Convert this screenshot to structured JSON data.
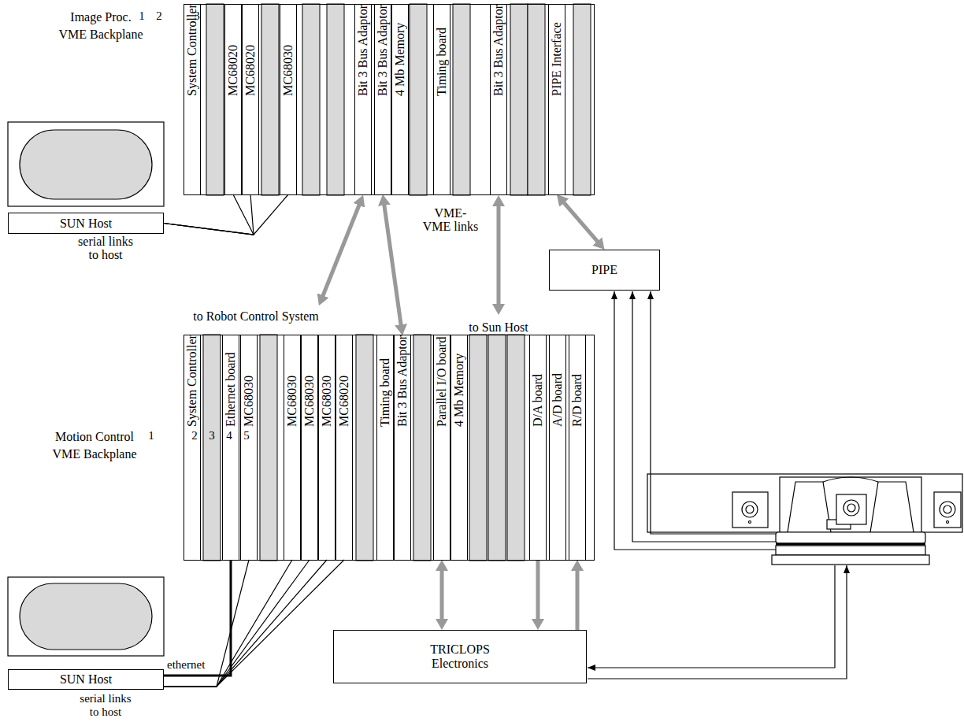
{
  "diagram": {
    "nodes": [
      {
        "text": [
          "Image Proc. VME Backplane"
        ]
      },
      {
        "text": [
          "System Controller"
        ],
        "in": 0
      },
      {
        "text": [
          "MC68020",
          "1"
        ],
        "in": 0
      },
      {
        "text": [
          "MC68020",
          "2"
        ],
        "in": 0
      },
      {
        "text": [
          "MC68030",
          "3"
        ],
        "in": 0
      },
      {
        "text": [
          "Bit 3 Bus Adaptor"
        ],
        "in": 0
      },
      {
        "text": [
          "Bit 3 Bus Adaptor"
        ],
        "in": 0
      },
      {
        "text": [
          "4 Mb Memory"
        ],
        "in": 0
      },
      {
        "text": [
          "Timing board"
        ],
        "in": 0
      },
      {
        "text": [
          "Bit 3 Bus Adaptor"
        ],
        "in": 0
      },
      {
        "text": [
          "PIPE Interface"
        ],
        "in": 0
      },
      {
        "text": [
          "SUN Host"
        ]
      },
      {
        "text": [
          "PIPE"
        ]
      },
      {
        "text": [
          "Motion Control VME Backplane"
        ]
      },
      {
        "text": [
          "System Controller"
        ],
        "in": 13
      },
      {
        "text": [
          "Ethernet board"
        ],
        "in": 13
      },
      {
        "text": [
          "MC68030",
          "1"
        ],
        "in": 13
      },
      {
        "text": [
          "MC68030",
          "2"
        ],
        "in": 13
      },
      {
        "text": [
          "MC68030",
          "3"
        ],
        "in": 13
      },
      {
        "text": [
          "MC68030",
          "4"
        ],
        "in": 13
      },
      {
        "text": [
          "MC68020",
          "5"
        ],
        "in": 13
      },
      {
        "text": [
          "Timing board"
        ],
        "in": 13
      },
      {
        "text": [
          "Bit 3 Bus Adaptor"
        ],
        "in": 13
      },
      {
        "text": [
          "Parallel I/O board"
        ],
        "in": 13
      },
      {
        "text": [
          "4 Mb Memory"
        ],
        "in": 13
      },
      {
        "text": [
          "D/A board"
        ],
        "in": 13
      },
      {
        "text": [
          "A/D board"
        ],
        "in": 13
      },
      {
        "text": [
          "R/D board"
        ],
        "in": 13
      },
      {
        "text": [
          "SUN Host"
        ]
      },
      {
        "text": [
          "TRICLOPS Electronics"
        ]
      }
    ],
    "edges": [
      {
        "from": 2,
        "to": 11,
        "arrow": "none"
      },
      {
        "from": 3,
        "to": 11,
        "arrow": "none"
      },
      {
        "from": 4,
        "to": 11,
        "arrow": "none"
      },
      {
        "from": 6,
        "to": 22,
        "arrow": "both"
      },
      {
        "from": 10,
        "to": 12,
        "arrow": "both"
      },
      {
        "from": 15,
        "to": 28,
        "arrow": "none"
      },
      {
        "from": 16,
        "to": 28,
        "arrow": "none"
      },
      {
        "from": 17,
        "to": 28,
        "arrow": "none"
      },
      {
        "from": 18,
        "to": 28,
        "arrow": "none"
      },
      {
        "from": 19,
        "to": 28,
        "arrow": "none"
      },
      {
        "from": 20,
        "to": 28,
        "arrow": "none"
      },
      {
        "from": 23,
        "to": 29,
        "arrow": "both"
      },
      {
        "from": 25,
        "to": 29,
        "arrow": "to"
      },
      {
        "from": 29,
        "to": 27,
        "arrow": "to"
      }
    ],
    "labels": [
      "serial links to host",
      "to Robot Control System",
      "VME- VME links",
      "to Sun Host",
      "ethernet",
      "serial links to host"
    ]
  }
}
